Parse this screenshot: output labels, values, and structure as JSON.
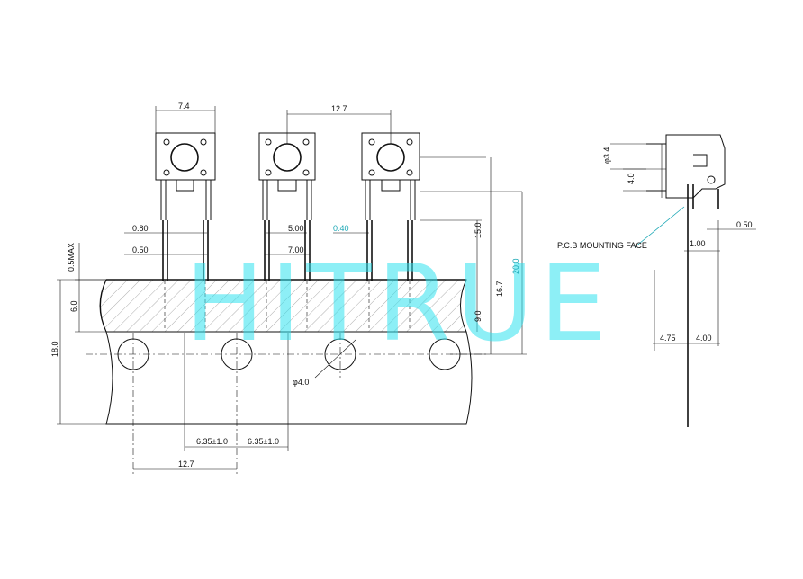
{
  "watermark": "HITRUE",
  "colors": {
    "line": "#111111",
    "accent": "#1aa7b5",
    "watermark": "#2fe2ee"
  },
  "dimensions": {
    "width_7_4": "7.4",
    "pitch_12_7_top": "12.7",
    "lead_0_80": "0.80",
    "lead_0_50": "0.50",
    "spacing_5_00": "5.00",
    "spacing_7_00": "7.00",
    "gap_0_40": "0.40",
    "max_0_5": "0.5MAX",
    "tape_6_0": "6.0",
    "tape_18_0": "18.0",
    "height_15_0": "15.0",
    "height_9_0": "9.0",
    "height_16_7": "16.7",
    "height_20_0": "20.0",
    "hole_dia_4_0": "φ4.0",
    "offset_6_35_a": "6.35±1.0",
    "offset_6_35_b": "6.35±1.0",
    "pitch_12_7_bottom": "12.7",
    "side_dia_3_4": "φ3.4",
    "side_4_0": "4.0",
    "pcb_label": "P.C.B MOUNTING FACE",
    "side_0_50": "0.50",
    "side_1_00": "1.00",
    "side_4_75": "4.75",
    "side_4_00": "4.00"
  }
}
